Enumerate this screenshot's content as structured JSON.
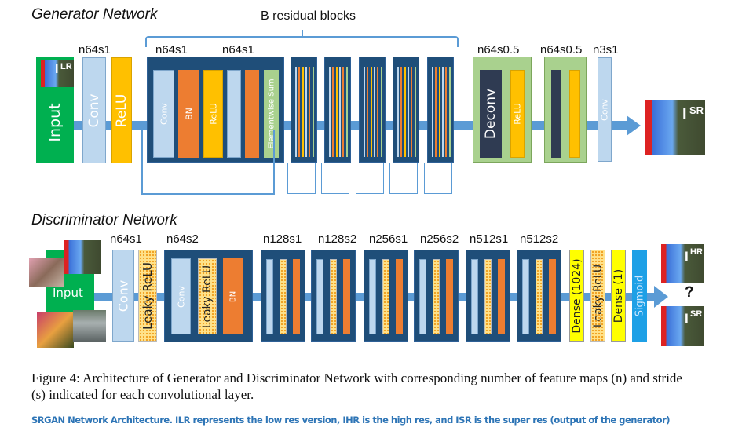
{
  "generator": {
    "title": "Generator Network",
    "bracket_label": "B residual blocks",
    "input": {
      "label": "Input",
      "image_label": "I",
      "image_sup": "LR"
    },
    "labels": {
      "conv1": "n64s1",
      "res_conv1": "n64s1",
      "res_conv2": "n64s1",
      "deconv1": "n64s0.5",
      "deconv2": "n64s0.5",
      "final_conv": "n3s1"
    },
    "layers": {
      "conv": "Conv",
      "relu": "ReLU",
      "res_conv": "Conv",
      "res_bn": "BN",
      "res_relu": "ReLU",
      "res_sum": "Elementwise Sum",
      "deconv": "Deconv",
      "deconv_relu": "ReLU",
      "final_conv": "Conv"
    },
    "output": {
      "image_label": "I",
      "image_sup": "SR"
    }
  },
  "discriminator": {
    "title": "Discriminator Network",
    "input_label": "Input",
    "labels": [
      "n64s1",
      "n64s2",
      "n128s1",
      "n128s2",
      "n256s1",
      "n256s2",
      "n512s1",
      "n512s2"
    ],
    "layers": {
      "conv": "Conv",
      "leaky1": "Leaky ReLU",
      "block_conv": "Conv",
      "block_leaky": "Leaky ReLU",
      "block_bn": "BN",
      "dense1024": "Dense (1024)",
      "leaky_dense": "Leaky ReLU",
      "dense1": "Dense (1)",
      "sigmoid": "Sigmoid"
    },
    "outputs": [
      {
        "image_label": "I",
        "image_sup": "HR"
      },
      {
        "image_label": "I",
        "image_sup": "SR"
      }
    ],
    "question": "?"
  },
  "caption": {
    "line1": "Figure 4: Architecture of Generator and Discriminator Network with corresponding number of feature maps (n) and stride",
    "line2": "(s) indicated for each convolutional layer."
  },
  "note": "SRGAN Network Architecture. ILR represents the low res version, IHR is the high res, and ISR is the super res (output of the generator)"
}
